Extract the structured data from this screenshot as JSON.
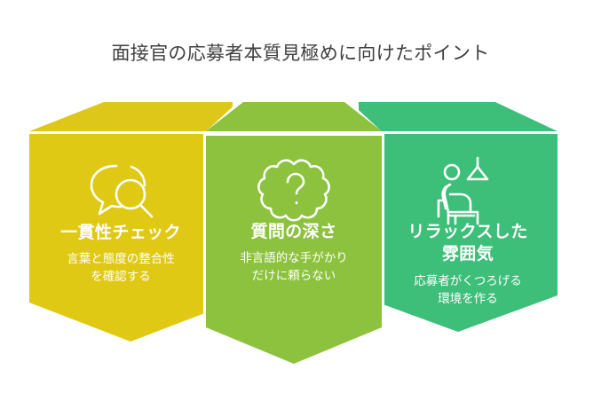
{
  "header": {
    "title": "面接官の応募者本質見極めに向けたポイント",
    "title_color": "#3f3f3f"
  },
  "colors": {
    "background": "#ffffff",
    "panel_1_fill": "#DFC915",
    "panel_1_roof": "#DDC718",
    "panel_2_fill": "#8CC23E",
    "panel_2_roof": "#8CC23E",
    "panel_3_fill": "#3DBE79",
    "panel_3_roof": "#3DBE79",
    "separator": "#ffffff",
    "panel_text": "#ffffff"
  },
  "panels": [
    {
      "id": "consistency-check",
      "icon": "speech-bubble-magnifier-icon",
      "heading": "一貫性チェック",
      "description": "言葉と態度の整合性\nを確認する",
      "color": "#DFC915"
    },
    {
      "id": "question-depth",
      "icon": "question-mark-badge-icon",
      "heading": "質問の深さ",
      "description": "非言語的な手がかり\nだけに頼らない",
      "color": "#8CC23E"
    },
    {
      "id": "relaxed-atmosphere",
      "icon": "person-armchair-lamp-icon",
      "heading": "リラックスした\n雰囲気",
      "description": "応募者がくつろげる\n環境を作る",
      "color": "#3DBE79"
    }
  ]
}
